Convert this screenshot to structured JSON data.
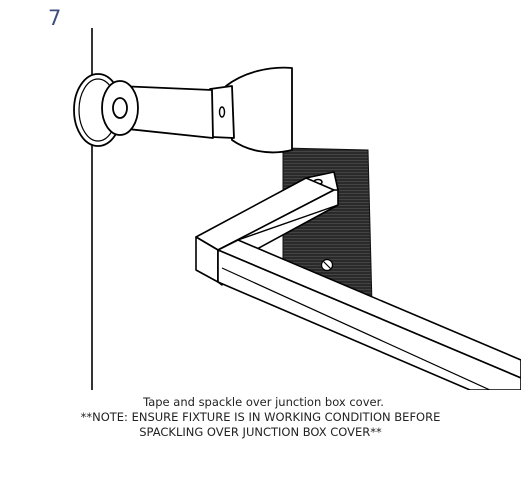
{
  "step": {
    "number": "7"
  },
  "illustration": {
    "icon": "putty-knife-spackling-junction-box-icon",
    "colors": {
      "stroke": "#000000",
      "fill": "#ffffff",
      "hatch": "#1a1a1a"
    }
  },
  "caption": {
    "line1": "Tape and spackle over junction box cover.",
    "line2": "**NOTE: ENSURE FIXTURE IS IN WORKING CONDITION BEFORE",
    "line3": "SPACKLING OVER JUNCTION BOX COVER**"
  }
}
